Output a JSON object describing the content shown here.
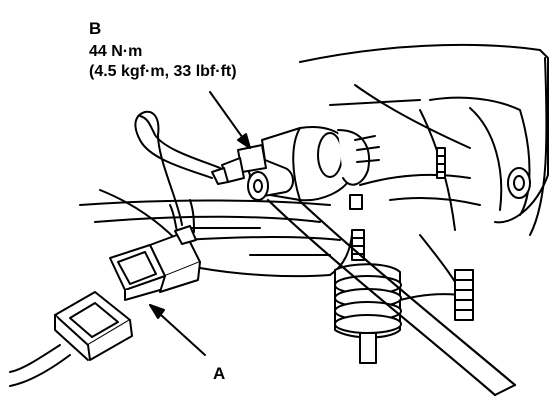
{
  "callouts": {
    "a": {
      "letter": "A"
    },
    "b": {
      "letter": "B",
      "torque_nm": "44 N·m",
      "torque_alt": "(4.5 kgf·m, 33 lbf·ft)"
    }
  },
  "colors": {
    "ink": "#000000",
    "paper": "#ffffff"
  }
}
